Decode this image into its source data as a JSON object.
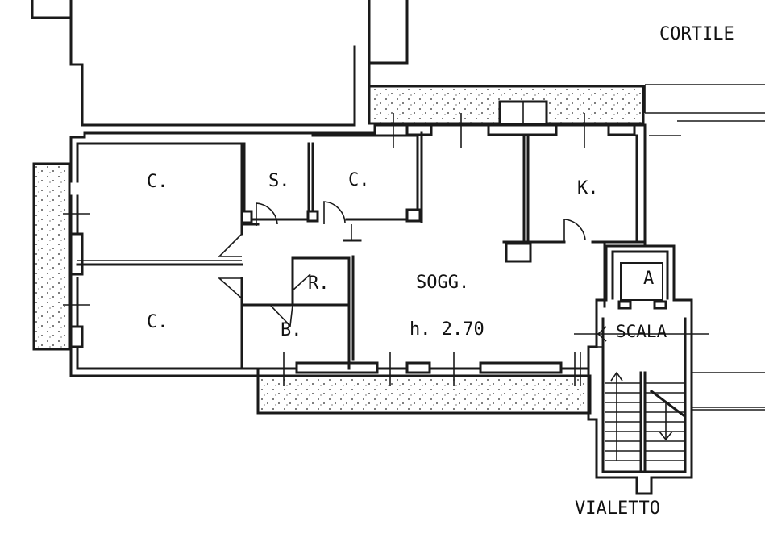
{
  "plan": {
    "labels": {
      "cortile": "CORTILE",
      "vialetto": "VIALETTO",
      "camera_top_left": "C.",
      "camera_bottom_left": "C.",
      "camera_top_middle": "C.",
      "studio": "S.",
      "cucina": "K.",
      "soggiorno": "SOGG.",
      "ripostiglio": "R.",
      "bagno": "B.",
      "altezza": "h. 2.70",
      "ascensore": "A",
      "scala": "SCALA"
    }
  }
}
